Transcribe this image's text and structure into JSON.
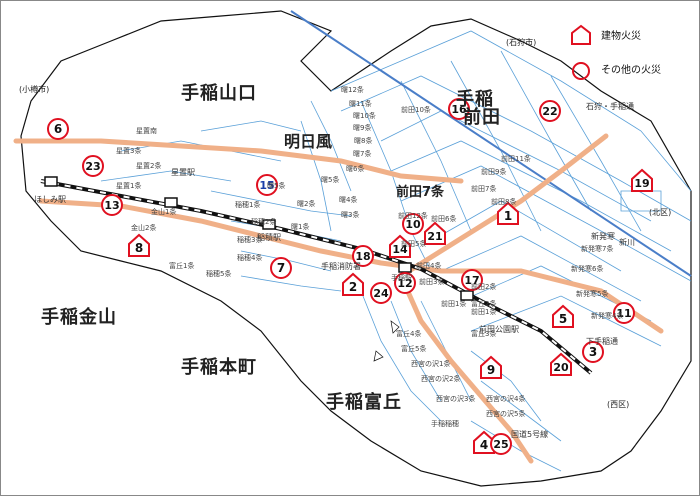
{
  "districts": {
    "yamaguchi": "手稲山口",
    "maeda_1": "手稲",
    "maeda_2": "前田",
    "kanayama": "手稲金山",
    "honcho": "手稲本町",
    "tomioka": "手稲富丘",
    "asuka": "明日風",
    "maeda7": "前田7条"
  },
  "cities": {
    "otaru": "(小樽市)",
    "ishikari": "(石狩市)",
    "kita_ku": "(北区)",
    "nishi_ku": "(西区)"
  },
  "places": {
    "hoshimi_station": "ほしみ駅",
    "hoshioki_station": "星置駅",
    "inazumi_station": "稲積駅",
    "teine_fire": "手稲消防署",
    "maeda_park": "前田公園駅",
    "shimo_teine": "下手稲通",
    "ishikari_teine": "石狩・手稲通",
    "route5": "国道5号線",
    "shinkawa": "新川",
    "teine_station": "手稲駅",
    "shin_hakkamu": "新発寒"
  },
  "legend": {
    "building_fire": "建物火災",
    "other_fire": "その他の火災"
  },
  "colors": {
    "marker": "#e01020",
    "road": "#f0b088",
    "water": "#4a7ec8",
    "boundary": "#5aa0d8"
  },
  "markers": [
    {
      "id": "1",
      "kind": "building"
    },
    {
      "id": "2",
      "kind": "building"
    },
    {
      "id": "3",
      "kind": "other"
    },
    {
      "id": "4",
      "kind": "building"
    },
    {
      "id": "5",
      "kind": "building"
    },
    {
      "id": "6",
      "kind": "other"
    },
    {
      "id": "7",
      "kind": "other"
    },
    {
      "id": "8",
      "kind": "building"
    },
    {
      "id": "9",
      "kind": "building"
    },
    {
      "id": "10",
      "kind": "other"
    },
    {
      "id": "11",
      "kind": "other"
    },
    {
      "id": "12",
      "kind": "other"
    },
    {
      "id": "13",
      "kind": "other"
    },
    {
      "id": "14",
      "kind": "building"
    },
    {
      "id": "15",
      "kind": "other"
    },
    {
      "id": "16",
      "kind": "other"
    },
    {
      "id": "17",
      "kind": "other"
    },
    {
      "id": "18",
      "kind": "other"
    },
    {
      "id": "19",
      "kind": "building"
    },
    {
      "id": "20",
      "kind": "building"
    },
    {
      "id": "21",
      "kind": "building"
    },
    {
      "id": "22",
      "kind": "other"
    },
    {
      "id": "23",
      "kind": "other"
    },
    {
      "id": "24",
      "kind": "other"
    },
    {
      "id": "25",
      "kind": "other"
    }
  ],
  "block_labels": [
    "前田12条",
    "前田11条",
    "前田10条",
    "前田9条",
    "前田8条",
    "前田7条",
    "前田6条",
    "前田5条",
    "前田4条",
    "前田3条",
    "前田2条",
    "前田1条",
    "曙12条",
    "曙11条",
    "曙10条",
    "曙9条",
    "曙8条",
    "曙7条",
    "曙6条",
    "曙5条",
    "曙4条",
    "曙3条",
    "曙2条",
    "曙1条",
    "新発寒7条",
    "新発寒6条",
    "新発寒5条",
    "新発寒4条",
    "星置3条",
    "星置2条",
    "星置1条",
    "星置南",
    "金山1条",
    "金山2条",
    "稲穂5条",
    "稲穂4条",
    "稲穂3条",
    "稲穂2条",
    "稲穂1条",
    "富丘1条",
    "富丘2条",
    "富丘3条",
    "富丘4条",
    "富丘5条",
    "西宮の沢1条",
    "西宮の沢2条",
    "西宮の沢3条",
    "西宮の沢4条",
    "西宮の沢5条",
    "手稲稲穂",
    "前田1条",
    "曙5条"
  ]
}
